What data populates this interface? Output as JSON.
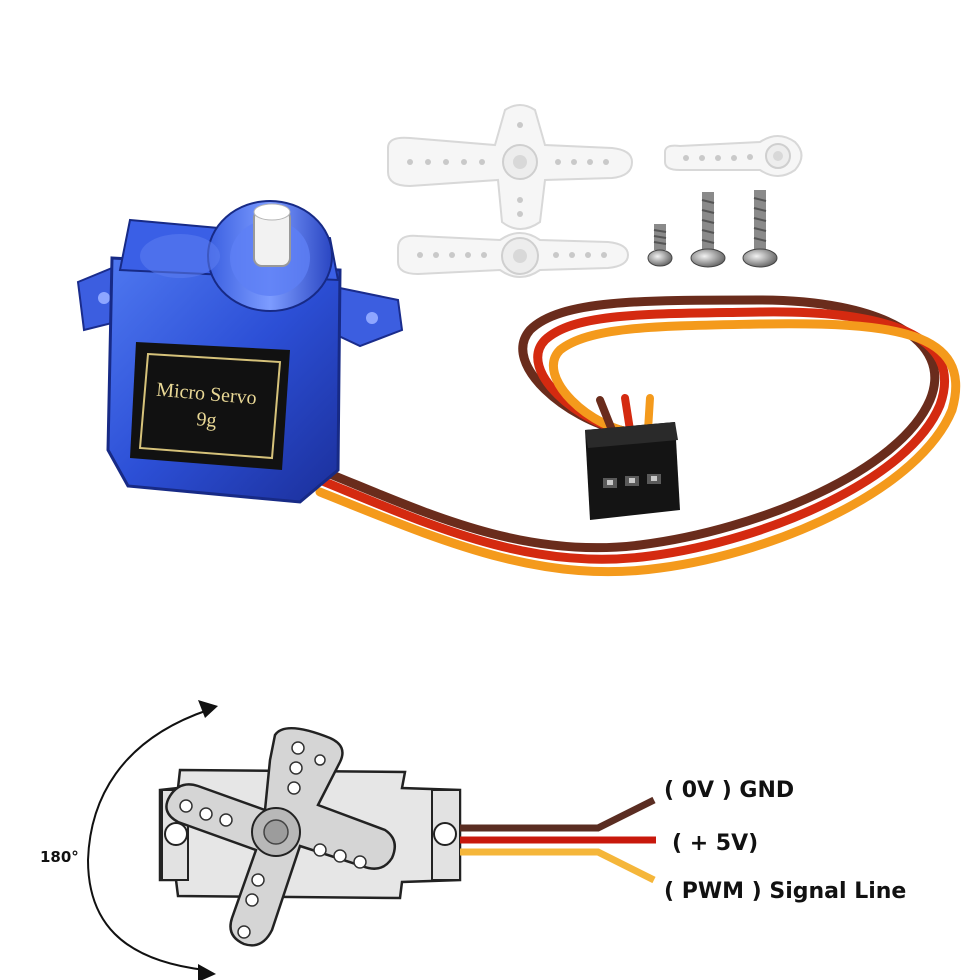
{
  "product": {
    "label_line1": "Micro Servo",
    "label_line2": "9g"
  },
  "diagram": {
    "rotation_label": "180°",
    "wires": [
      {
        "label": "( 0V ) GND",
        "color": "#5a2d22"
      },
      {
        "label": "( + 5V)",
        "color": "#c8180c"
      },
      {
        "label": "( PWM ) Signal Line",
        "color": "#f5b63a"
      }
    ]
  },
  "colors": {
    "servo_body": "#2c4fd6",
    "wire_brown": "#6a2c1c",
    "wire_red": "#d42a10",
    "wire_orange": "#f49a1c",
    "diagram_fill": "#e6e6e6",
    "diagram_stroke": "#222222"
  }
}
